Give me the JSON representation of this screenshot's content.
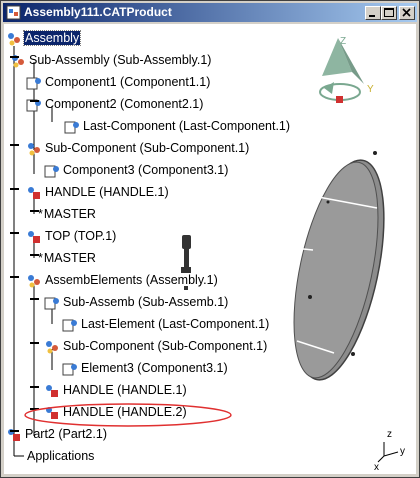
{
  "window": {
    "title": "Assembly111.CATProduct"
  },
  "title_buttons": [
    "minimize",
    "maximize",
    "close"
  ],
  "tree": {
    "root": "Assembly",
    "n1": "Sub-Assembly (Sub-Assembly.1)",
    "n2": "Component1 (Component1.1)",
    "n3": "Component2 (Comonent2.1)",
    "n4": "Last-Component (Last-Component.1)",
    "n5": "Sub-Component (Sub-Component.1)",
    "n6": "Component3 (Component3.1)",
    "n7": "HANDLE (HANDLE.1)",
    "n8": "MASTER",
    "n9": "TOP (TOP.1)",
    "n10": "MASTER",
    "n11": "AssembElements (Assembly.1)",
    "n12": "Sub-Assemb (Sub-Assemb.1)",
    "n13": "Last-Element (Last-Component.1)",
    "n14": "Sub-Component (Sub-Component.1)",
    "n15": "Element3 (Component3.1)",
    "n16": "HANDLE (HANDLE.1)",
    "n17": "HANDLE (HANDLE.2)",
    "n18": "Part2 (Part2.1)",
    "n19": "Applications"
  },
  "compass": {
    "z": "Z",
    "y": "Y"
  },
  "axis_triad": {
    "z": "z",
    "y": "y",
    "x": "x"
  },
  "colors": {
    "title_bar_start": "#0a246a",
    "title_bar_end": "#a6caf0",
    "selection": "#0a246a",
    "highlight_ellipse": "#e03030",
    "compass": "#7aa890",
    "part_fill": "#8c8c8c"
  }
}
